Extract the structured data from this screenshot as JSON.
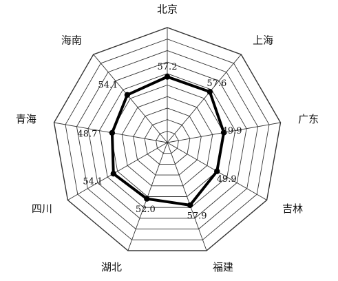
{
  "chart_data": {
    "type": "radar",
    "categories": [
      "北京",
      "上海",
      "广东",
      "吉林",
      "福建",
      "湖北",
      "四川",
      "青海",
      "海南"
    ],
    "values": [
      57.2,
      57.6,
      49.9,
      49.9,
      57.9,
      52.0,
      54.1,
      48.7,
      54.1
    ],
    "value_labels": [
      "57.2",
      "57.6",
      "49.9",
      "49.9",
      "57.9",
      "52.0",
      "54.1",
      "48.7",
      "54.1"
    ],
    "rlim": [
      0,
      100
    ],
    "grid_rings": 10,
    "series_color": "#000000",
    "grid_color": "#333333"
  }
}
